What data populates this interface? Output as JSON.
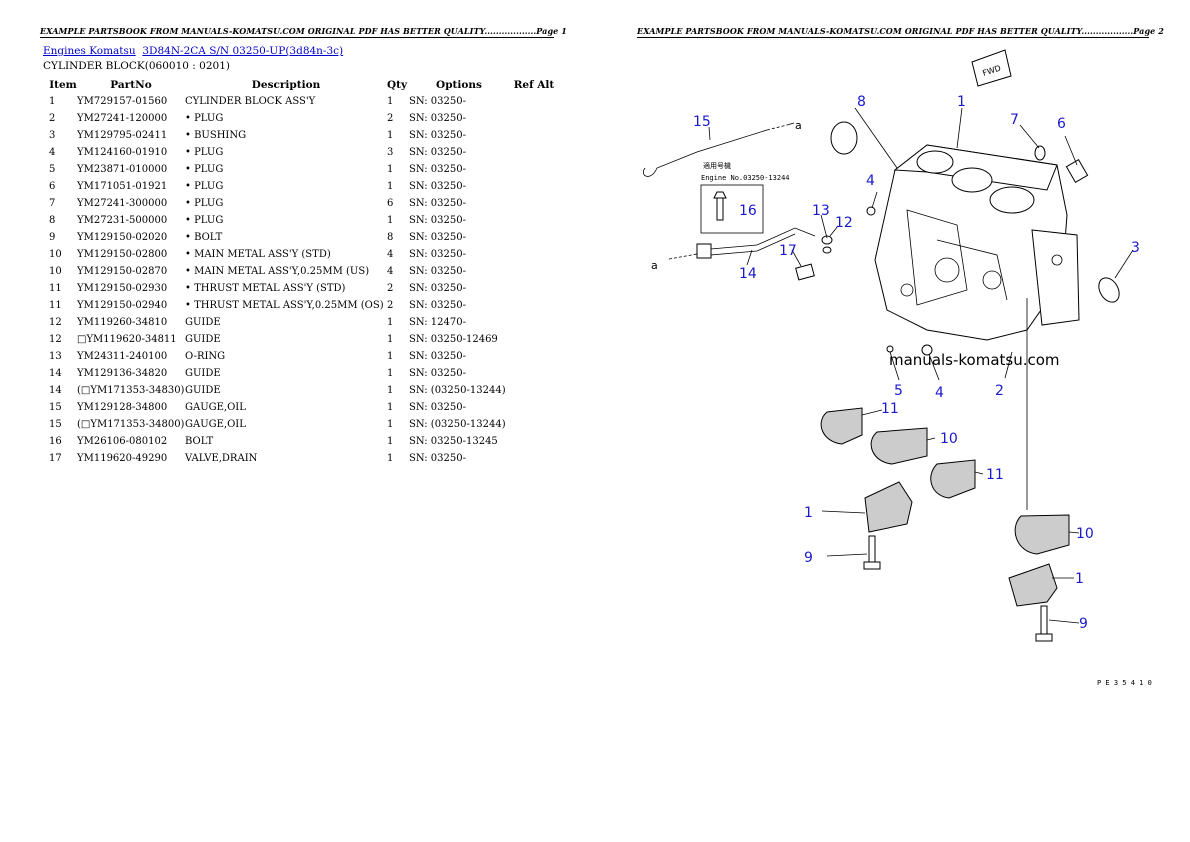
{
  "header_left": "EXAMPLE PARTSBOOK FROM MANUALS-KOMATSU.COM ORIGINAL PDF HAS BETTER QUALITY..................Page 1",
  "header_right": "EXAMPLE PARTSBOOK FROM MANUALS-KOMATSU.COM ORIGINAL PDF HAS BETTER QUALITY..................Page 2",
  "breadcrumb": {
    "link1": "Engines Komatsu",
    "link2": "3D84N-2CA S/N 03250-UP(3d84n-3c)"
  },
  "subtitle": "CYLINDER BLOCK(060010 : 0201)",
  "table": {
    "headers": [
      "Item",
      "PartNo",
      "Description",
      "Qty",
      "Options",
      "Ref Alt"
    ],
    "rows": [
      [
        "1",
        "YM729157-01560",
        "CYLINDER BLOCK ASS'Y",
        "1",
        "SN: 03250-",
        ""
      ],
      [
        "2",
        "YM27241-120000",
        "• PLUG",
        "2",
        "SN: 03250-",
        ""
      ],
      [
        "3",
        "YM129795-02411",
        "• BUSHING",
        "1",
        "SN: 03250-",
        ""
      ],
      [
        "4",
        "YM124160-01910",
        "• PLUG",
        "3",
        "SN: 03250-",
        ""
      ],
      [
        "5",
        "YM23871-010000",
        "• PLUG",
        "1",
        "SN: 03250-",
        ""
      ],
      [
        "6",
        "YM171051-01921",
        "• PLUG",
        "1",
        "SN: 03250-",
        ""
      ],
      [
        "7",
        "YM27241-300000",
        "• PLUG",
        "6",
        "SN: 03250-",
        ""
      ],
      [
        "8",
        "YM27231-500000",
        "• PLUG",
        "1",
        "SN: 03250-",
        ""
      ],
      [
        "9",
        "YM129150-02020",
        "• BOLT",
        "8",
        "SN: 03250-",
        ""
      ],
      [
        "10",
        "YM129150-02800",
        "• MAIN METAL ASS'Y (STD)",
        "4",
        "SN: 03250-",
        ""
      ],
      [
        "10",
        "YM129150-02870",
        "• MAIN METAL ASS'Y,0.25MM (US)",
        "4",
        "SN: 03250-",
        ""
      ],
      [
        "11",
        "YM129150-02930",
        "• THRUST METAL ASS'Y (STD)",
        "2",
        "SN: 03250-",
        ""
      ],
      [
        "11",
        "YM129150-02940",
        "• THRUST METAL ASS'Y,0.25MM (OS)",
        "2",
        "SN: 03250-",
        ""
      ],
      [
        "12",
        "YM119260-34810",
        "GUIDE",
        "1",
        "SN: 12470-",
        ""
      ],
      [
        "12",
        "□YM119620-34811",
        "GUIDE",
        "1",
        "SN: 03250-12469",
        ""
      ],
      [
        "13",
        "YM24311-240100",
        "O-RING",
        "1",
        "SN: 03250-",
        ""
      ],
      [
        "14",
        "YM129136-34820",
        "GUIDE",
        "1",
        "SN: 03250-",
        ""
      ],
      [
        "14",
        "(□YM171353-34830)",
        "GUIDE",
        "1",
        "SN: (03250-13244)",
        ""
      ],
      [
        "15",
        "YM129128-34800",
        "GAUGE,OIL",
        "1",
        "SN: 03250-",
        ""
      ],
      [
        "15",
        "(□YM171353-34800)",
        "GAUGE,OIL",
        "1",
        "SN: (03250-13244)",
        ""
      ],
      [
        "16",
        "YM26106-080102",
        "BOLT",
        "1",
        "SN: 03250-13245",
        ""
      ],
      [
        "17",
        "YM119620-49290",
        "VALVE,DRAIN",
        "1",
        "SN: 03250-",
        ""
      ]
    ]
  },
  "diagram": {
    "callouts": [
      "1",
      "2",
      "3",
      "4",
      "5",
      "6",
      "7",
      "8",
      "9",
      "10",
      "11",
      "12",
      "13",
      "14",
      "15",
      "16",
      "17"
    ],
    "letter_a": "a",
    "fwd": "FWD",
    "engine_label_cn": "適用号機",
    "engine_label": "Engine No.03250-13244",
    "watermark": "manuals-komatsu.com",
    "figure_code": "P E 3 5 4 1 0"
  }
}
